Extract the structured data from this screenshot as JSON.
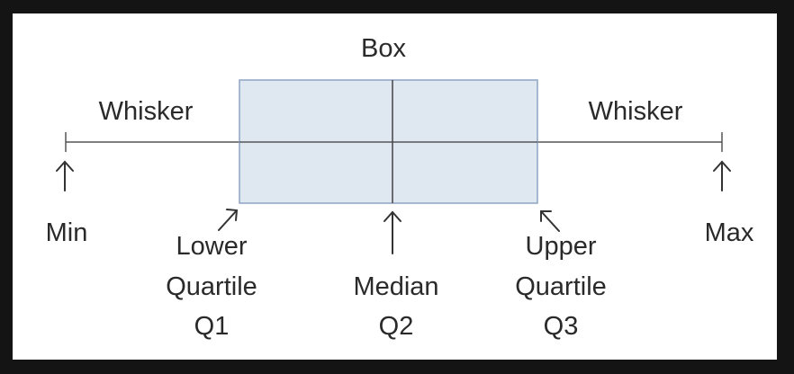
{
  "diagram": {
    "box_label": "Box",
    "whisker_left_label": "Whisker",
    "whisker_right_label": "Whisker",
    "min_label": "Min",
    "max_label": "Max",
    "lower_quartile_lines": [
      "Lower",
      "Quartile",
      "Q1"
    ],
    "median_lines": [
      "Median",
      "Q2"
    ],
    "upper_quartile_lines": [
      "Upper",
      "Quartile",
      "Q3"
    ]
  },
  "colors": {
    "background": "#141414",
    "panel": "#ffffff",
    "box_fill": "#dfe7f1",
    "box_stroke": "#8ea4c2",
    "line": "#555555",
    "text": "#2a2a2a"
  }
}
